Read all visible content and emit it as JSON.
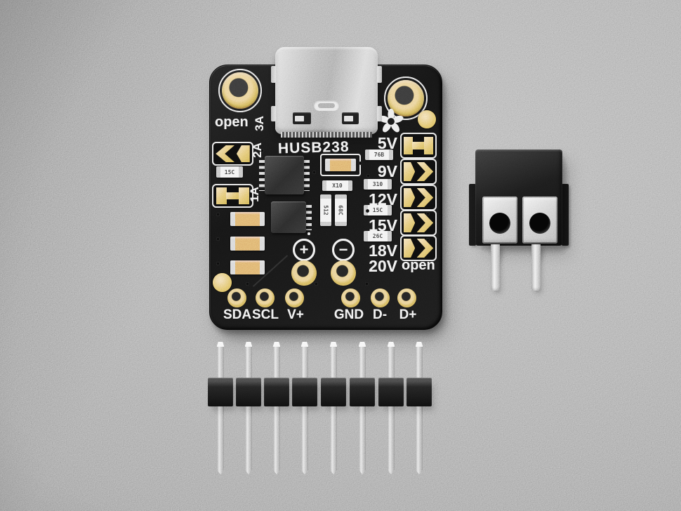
{
  "board": {
    "chip_label": "HUSB238",
    "open_label_top_left": "open",
    "open_label_bottom_right": "open",
    "current_labels": [
      "3A",
      "2A",
      "1A"
    ],
    "voltage_labels": [
      "5V",
      "9V",
      "12V",
      "15V",
      "18V",
      "20V"
    ],
    "pin_labels": [
      "SDA",
      "SCL",
      "V+",
      "GND",
      "D-",
      "D+"
    ],
    "plus_symbol": "+",
    "minus_symbol": "−",
    "resistor_markings": {
      "left": "15C",
      "center": "X10",
      "center_vertical": [
        "512",
        "68C"
      ],
      "right": [
        "76B",
        "310",
        "15C",
        "26C"
      ]
    },
    "colors": {
      "pcb_black": "#141414",
      "pad_gold": "#d6ad5e",
      "silkscreen_white": "#e9e9e9",
      "capacitor_orange": "#cf9058",
      "background_gray": "#8f8f8f",
      "metal_silver": "#c0c0c0"
    }
  }
}
